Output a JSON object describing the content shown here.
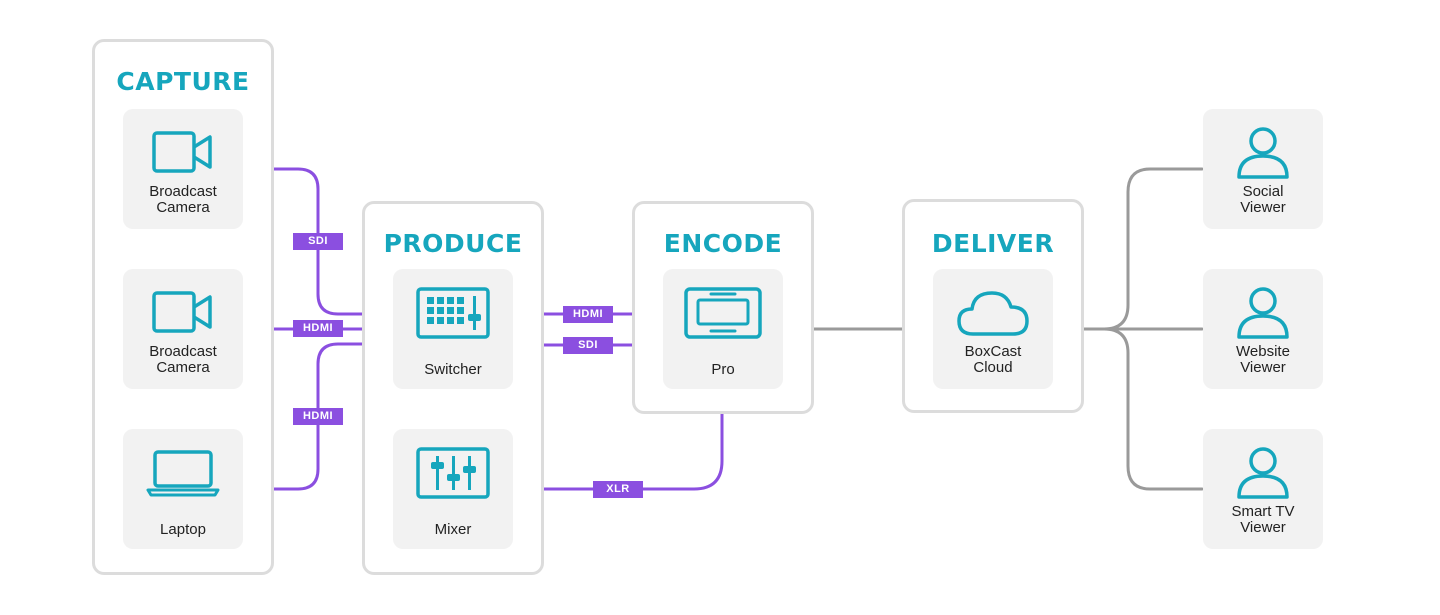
{
  "groups": {
    "capture": "CAPTURE",
    "produce": "PRODUCE",
    "encode": "ENCODE",
    "deliver": "DELIVER"
  },
  "nodes": {
    "camera1": [
      "Broadcast",
      "Camera"
    ],
    "camera2": [
      "Broadcast",
      "Camera"
    ],
    "laptop": [
      "Laptop"
    ],
    "switcher": [
      "Switcher"
    ],
    "mixer": [
      "Mixer"
    ],
    "pro": [
      "Pro"
    ],
    "cloud": [
      "BoxCast",
      "Cloud"
    ],
    "social": [
      "Social",
      "Viewer"
    ],
    "website": [
      "Website",
      "Viewer"
    ],
    "smarttv": [
      "Smart TV",
      "Viewer"
    ]
  },
  "connections": {
    "sdi_capture": "SDI",
    "hdmi_camera2": "HDMI",
    "hdmi_laptop": "HDMI",
    "hdmi_encode": "HDMI",
    "sdi_encode": "SDI",
    "xlr": "XLR"
  },
  "colors": {
    "accent": "#16a6bd",
    "cable": "#8b4fe0",
    "network": "#9a9a9a",
    "box_border": "#dcdcdc",
    "node_bg": "#f2f2f2"
  },
  "icons": {
    "camera1": "video-camera-icon",
    "camera2": "video-camera-icon",
    "laptop": "laptop-icon",
    "switcher": "switcher-icon",
    "mixer": "mixer-icon",
    "pro": "encoder-icon",
    "cloud": "cloud-icon",
    "social": "user-icon",
    "website": "user-icon",
    "smarttv": "user-icon"
  }
}
